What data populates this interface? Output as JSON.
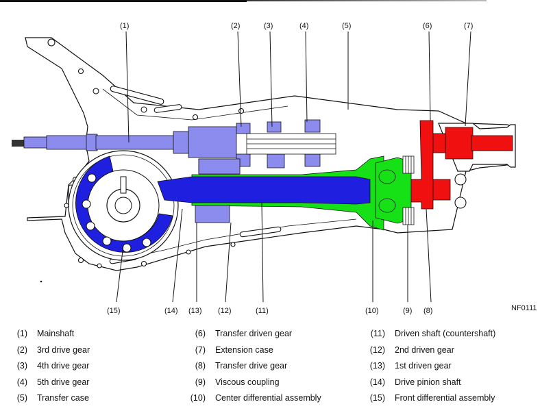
{
  "figure": {
    "id": "NF0111",
    "colors": {
      "mainshaft": "#8c8cef",
      "countershaft": "#1f1fe0",
      "center_differential": "#16e016",
      "transfer": "#f01010"
    },
    "callouts_top": [
      "(1)",
      "(2)",
      "(3)",
      "(4)",
      "(5)",
      "(6)",
      "(7)"
    ],
    "callouts_bottom": [
      "(15)",
      "(14)",
      "(13)",
      "(12)",
      "(11)",
      "(10)",
      "(9)",
      "(8)"
    ]
  },
  "legend": {
    "col1": [
      {
        "num": "(1)",
        "label": "Mainshaft"
      },
      {
        "num": "(2)",
        "label": "3rd drive gear"
      },
      {
        "num": "(3)",
        "label": "4th drive gear"
      },
      {
        "num": "(4)",
        "label": "5th drive gear"
      },
      {
        "num": "(5)",
        "label": "Transfer case"
      }
    ],
    "col2": [
      {
        "num": "(6)",
        "label": "Transfer driven gear"
      },
      {
        "num": "(7)",
        "label": "Extension case"
      },
      {
        "num": "(8)",
        "label": "Transfer drive gear"
      },
      {
        "num": "(9)",
        "label": "Viscous coupling"
      },
      {
        "num": "(10)",
        "label": "Center differential assembly"
      }
    ],
    "col3": [
      {
        "num": "(11)",
        "label": "Driven shaft (countershaft)"
      },
      {
        "num": "(12)",
        "label": "2nd driven gear"
      },
      {
        "num": "(13)",
        "label": "1st driven gear"
      },
      {
        "num": "(14)",
        "label": "Drive pinion shaft"
      },
      {
        "num": "(15)",
        "label": "Front differential assembly"
      }
    ]
  }
}
